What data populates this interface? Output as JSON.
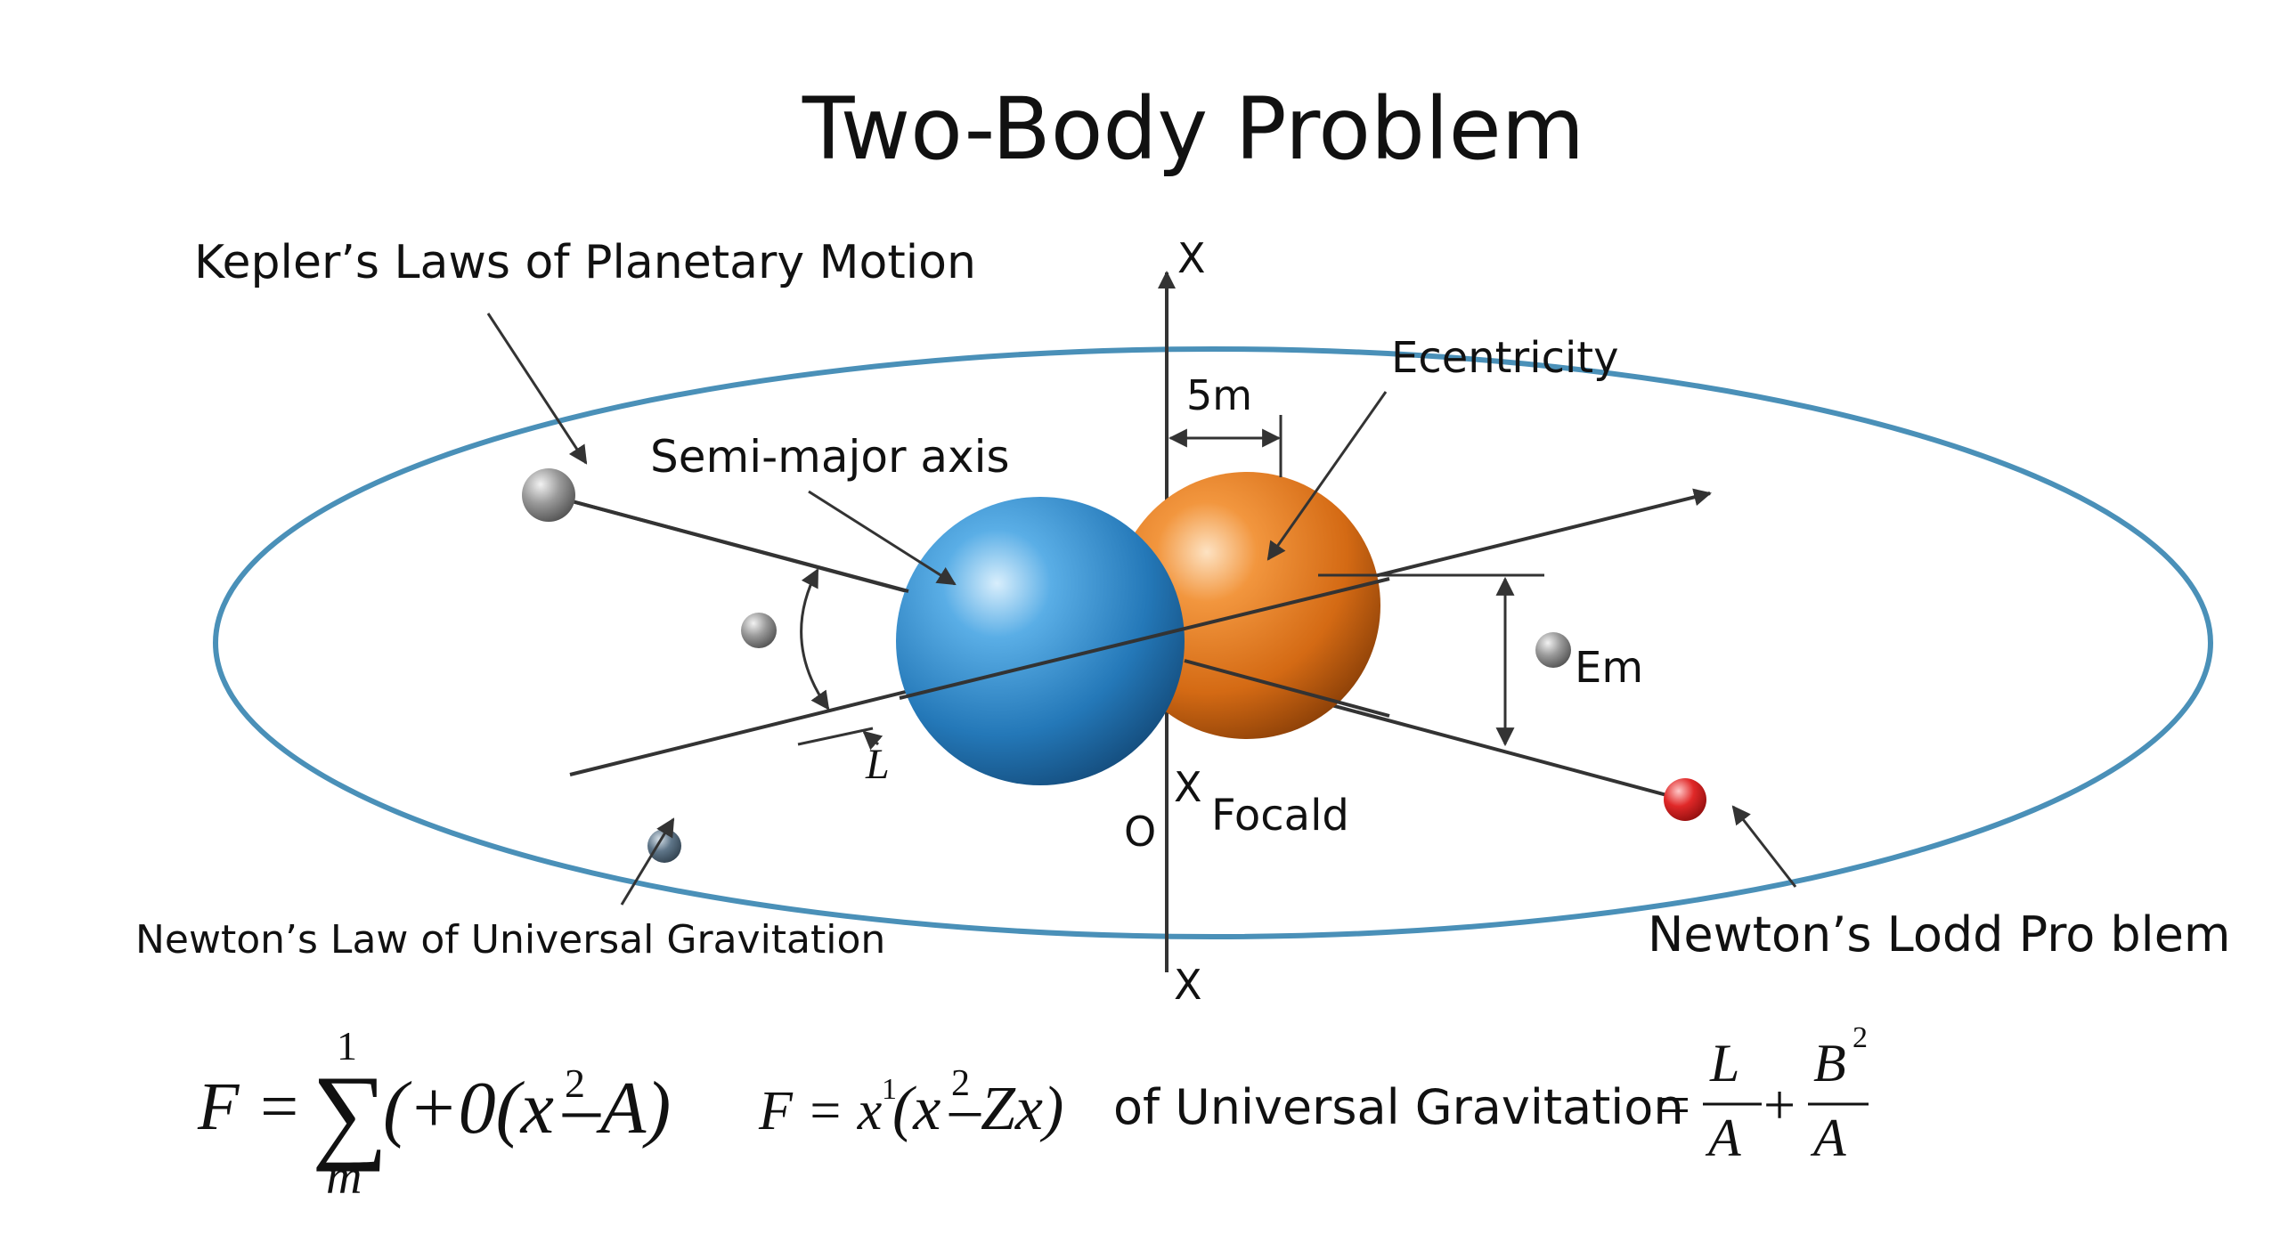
{
  "title": "Two-Body Problem",
  "labels": {
    "kepler": "Kepler’s Laws of Planetary Motion",
    "semi_major": "Semi-major axis",
    "ecentricity": "Ecentricity",
    "distance": "5m",
    "axis_top": "X",
    "axis_bottom": "X",
    "axis_mid": "X",
    "origin": "O",
    "focald": "Focald",
    "em": "Em",
    "l_symbol": "L",
    "newton_gravitation": "Newton’s Law of Universal Gravitation",
    "newton_lodd": "Newton’s Lodd Pro blem"
  },
  "formulas": {
    "f1_lhs": "F =",
    "f1_sigma": "∑",
    "f1_upper": "1",
    "f1_lower": "m",
    "f1_body_a": "(+0(x",
    "f1_exp": "2",
    "f1_body_b": "–A)",
    "f2_lhs": "F = x",
    "f2_sup1": "1",
    "f2_body_a": "(x",
    "f2_exp": "2",
    "f2_body_b": "–Zx)",
    "f3_text": "of Universal Gravitation",
    "f3_eq": "=",
    "f3_num1": "L",
    "f3_den1": "A",
    "f3_plus": "+",
    "f3_num2": "B",
    "f3_exp2": "2",
    "f3_den2": "A"
  },
  "colors": {
    "orbit": "#4a90b8",
    "blue_body": "#2f86c4",
    "orange_body": "#e07820",
    "red_body": "#d42020",
    "gray_body": "#8a8a8a"
  }
}
